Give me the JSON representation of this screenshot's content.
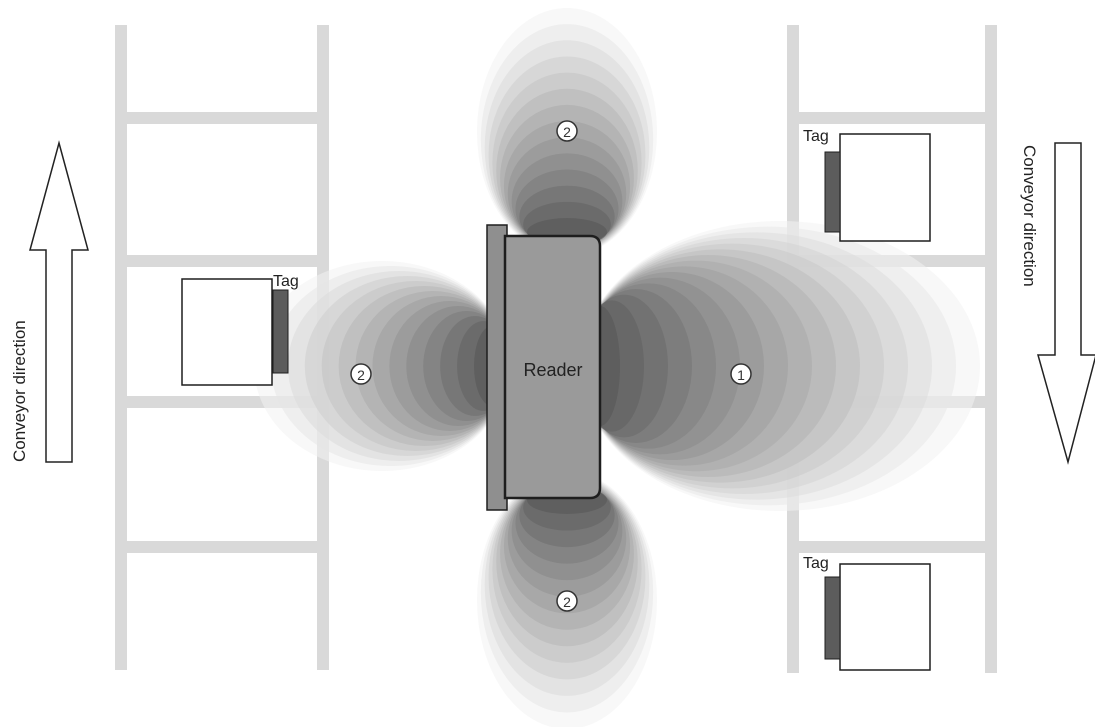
{
  "reader": {
    "label": "Reader"
  },
  "tags": {
    "label": "Tag"
  },
  "conveyor": {
    "left_direction": "Conveyor direction",
    "right_direction": "Conveyor direction"
  },
  "lobes": {
    "right": "1",
    "left": "2",
    "top": "2",
    "bottom": "2"
  },
  "colors": {
    "rail": "#d9d9d9",
    "reader_body": "#9a9a9a",
    "reader_edge": "#1e1e1e",
    "tag_chip": "#5c5c5c",
    "lobe_core": "#3a3a3a",
    "lobe_fade": "#f2f2f2"
  }
}
